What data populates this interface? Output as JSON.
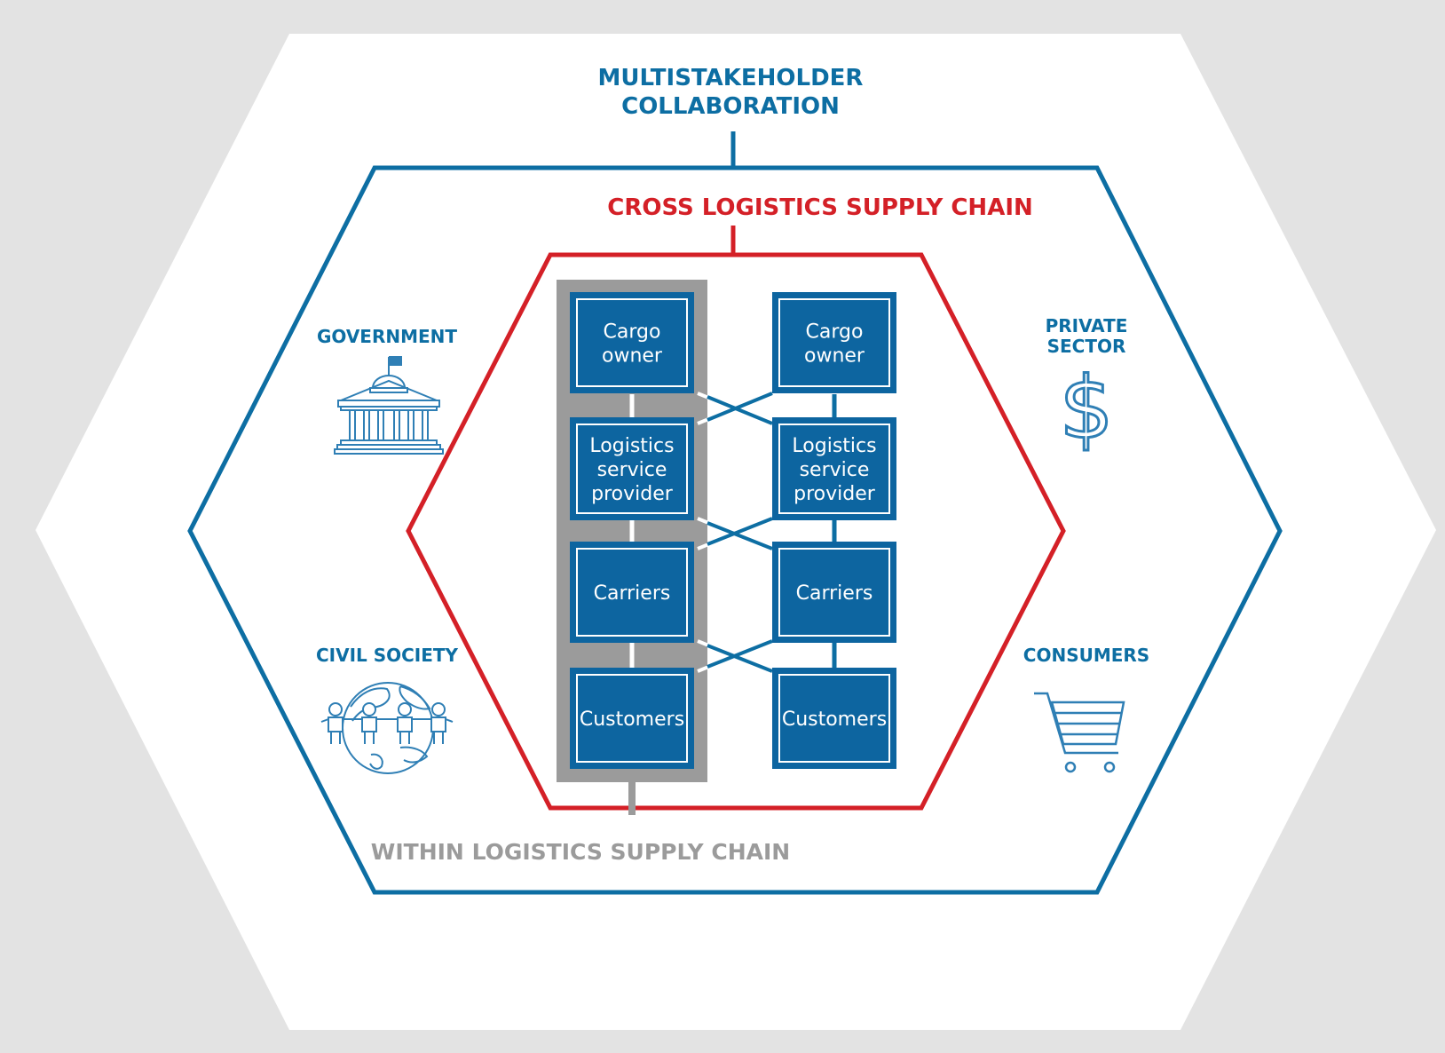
{
  "titles": {
    "multistakeholder_line1": "MULTISTAKEHOLDER",
    "multistakeholder_line2": "COLLABORATION",
    "cross": "CROSS LOGISTICS SUPPLY CHAIN",
    "within": "WITHIN LOGISTICS SUPPLY CHAIN"
  },
  "stakeholders": {
    "government": "GOVERNMENT",
    "private_line1": "PRIVATE",
    "private_line2": "SECTOR",
    "civil_society": "CIVIL SOCIETY",
    "consumers": "CONSUMERS"
  },
  "left_chain": [
    {
      "lines": [
        "Cargo",
        "owner"
      ]
    },
    {
      "lines": [
        "Logistics",
        "service",
        "provider"
      ]
    },
    {
      "lines": [
        "Carriers"
      ]
    },
    {
      "lines": [
        "Customers"
      ]
    }
  ],
  "right_chain": [
    {
      "lines": [
        "Cargo",
        "owner"
      ]
    },
    {
      "lines": [
        "Logistics",
        "service",
        "provider"
      ]
    },
    {
      "lines": [
        "Carriers"
      ]
    },
    {
      "lines": [
        "Customers"
      ]
    }
  ],
  "colors": {
    "background": "#e3e3e3",
    "outer_hexagon": "#ffffff",
    "blue": "#0d6ea3",
    "red": "#d42027",
    "gray": "#9b9b9b",
    "box_fill": "#0d65a0"
  },
  "icons": {
    "government": "government-building-icon",
    "private_sector": "dollar-icon",
    "civil_society": "globe-people-icon",
    "consumers": "shopping-cart-icon"
  }
}
